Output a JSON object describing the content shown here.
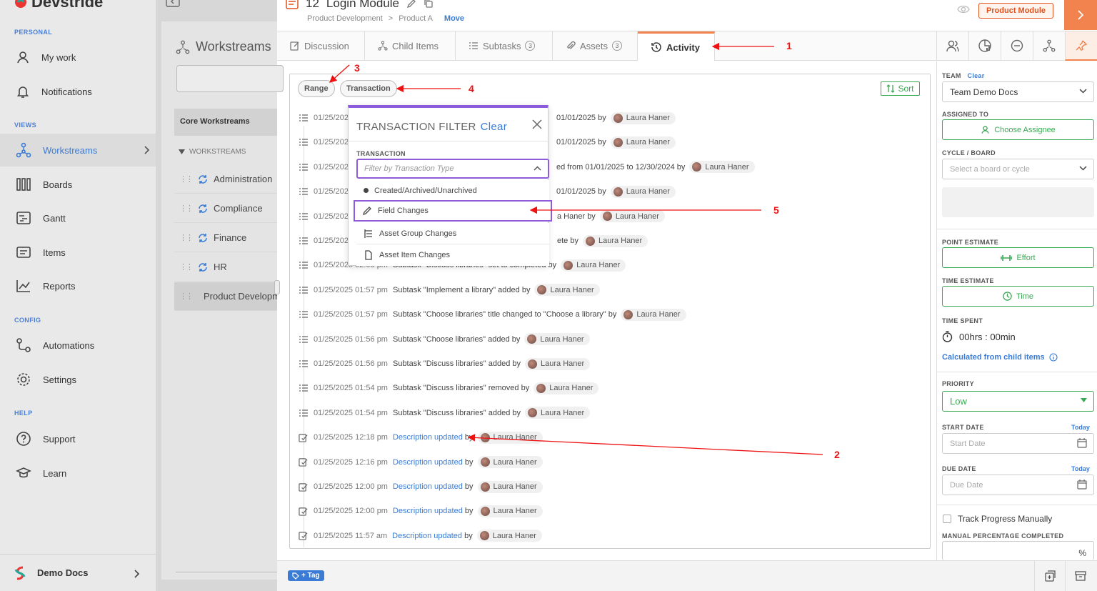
{
  "brand": {
    "name": "Devstride"
  },
  "nav": {
    "sections": {
      "personal": "PERSONAL",
      "views": "VIEWS",
      "config": "CONFIG",
      "help": "HELP"
    },
    "items": {
      "my_work": "My work",
      "notifications": "Notifications",
      "workstreams": "Workstreams",
      "boards": "Boards",
      "gantt": "Gantt",
      "items": "Items",
      "reports": "Reports",
      "automations": "Automations",
      "settings": "Settings",
      "support": "Support",
      "learn": "Learn"
    },
    "footer": "Demo Docs"
  },
  "workstreams": {
    "title": "Workstreams",
    "header": "Core Workstreams",
    "subheader": "WORKSTREAMS",
    "items": [
      "Administration",
      "Compliance",
      "Finance",
      "HR",
      "Product Development"
    ]
  },
  "item": {
    "number": "12",
    "title": "Login Module",
    "crumbs": [
      "Product Development",
      "Product A"
    ],
    "move": "Move",
    "type_badge": "Product Module"
  },
  "tabs": {
    "discussion": "Discussion",
    "child_items": "Child Items",
    "subtasks": "Subtasks",
    "subtasks_count": "3",
    "assets": "Assets",
    "assets_count": "3",
    "activity": "Activity"
  },
  "activity": {
    "chips": {
      "range": "Range",
      "transaction": "Transaction"
    },
    "sort": "Sort",
    "rows": [
      {
        "ts": "01/25/202",
        "text": "01/01/2025 by",
        "user": "Laura Haner",
        "icon": "list-icon"
      },
      {
        "ts": "01/25/202",
        "text": "01/01/2025 by",
        "user": "Laura Haner",
        "icon": "list-icon"
      },
      {
        "ts": "01/25/202",
        "text": "ed from 01/01/2025 to 12/30/2024 by",
        "user": "Laura Haner",
        "icon": "list-icon"
      },
      {
        "ts": "01/25/202",
        "text": "01/01/2025 by",
        "user": "Laura Haner",
        "icon": "list-icon"
      },
      {
        "ts": "01/25/202",
        "text": "a Haner by",
        "user": "Laura Haner",
        "icon": "list-icon"
      },
      {
        "ts": "01/25/2025",
        "text": "ete by",
        "user": "Laura Haner",
        "icon": "list-icon"
      },
      {
        "ts": "01/25/2025 02:08 pm",
        "text": "Subtask \"Discuss libraries\" set to completed by",
        "user": "Laura Haner",
        "icon": "list-icon"
      },
      {
        "ts": "01/25/2025 01:57 pm",
        "text": "Subtask \"Implement a library\" added by",
        "user": "Laura Haner",
        "icon": "list-icon"
      },
      {
        "ts": "01/25/2025 01:57 pm",
        "text": "Subtask \"Choose libraries\" title changed to \"Choose a library\" by",
        "user": "Laura Haner",
        "icon": "list-icon"
      },
      {
        "ts": "01/25/2025 01:56 pm",
        "text": "Subtask \"Choose libraries\" added by",
        "user": "Laura Haner",
        "icon": "list-icon"
      },
      {
        "ts": "01/25/2025 01:56 pm",
        "text": "Subtask \"Discuss libraries\" added by",
        "user": "Laura Haner",
        "icon": "list-icon"
      },
      {
        "ts": "01/25/2025 01:54 pm",
        "text": "Subtask \"Discuss libraries\" removed by",
        "user": "Laura Haner",
        "icon": "list-icon"
      },
      {
        "ts": "01/25/2025 01:54 pm",
        "text": "Subtask \"Discuss libraries\" added by",
        "user": "Laura Haner",
        "icon": "list-icon"
      },
      {
        "ts": "01/25/2025 12:18 pm",
        "desc": "Description updated",
        "text": "by",
        "user": "Laura Haner",
        "icon": "edit-box-icon"
      },
      {
        "ts": "01/25/2025 12:16 pm",
        "desc": "Description updated",
        "text": "by",
        "user": "Laura Haner",
        "icon": "edit-box-icon"
      },
      {
        "ts": "01/25/2025 12:00 pm",
        "desc": "Description updated",
        "text": "by",
        "user": "Laura Haner",
        "icon": "edit-box-icon"
      },
      {
        "ts": "01/25/2025 12:00 pm",
        "desc": "Description updated",
        "text": "by",
        "user": "Laura Haner",
        "icon": "edit-box-icon"
      },
      {
        "ts": "01/25/2025 11:57 am",
        "desc": "Description updated",
        "text": "by",
        "user": "Laura Haner",
        "icon": "edit-box-icon"
      }
    ]
  },
  "filter_popup": {
    "title": "TRANSACTION FILTER",
    "clear": "Clear",
    "label": "TRANSACTION",
    "placeholder": "Filter by Transaction Type",
    "options": [
      "Created/Archived/Unarchived",
      "Field Changes",
      "Asset Group Changes",
      "Asset Item Changes"
    ]
  },
  "right_panel": {
    "team_label": "TEAM",
    "team_clear": "Clear",
    "team_value": "Team Demo Docs",
    "assigned_label": "ASSIGNED TO",
    "assigned_btn": "Choose Assignee",
    "cycle_label": "CYCLE / BOARD",
    "cycle_placeholder": "Select a board or cycle",
    "point_label": "POINT ESTIMATE",
    "point_btn": "Effort",
    "time_est_label": "TIME ESTIMATE",
    "time_est_btn": "Time",
    "time_spent_label": "TIME SPENT",
    "time_spent_value": "00hrs : 00min",
    "calc_link": "Calculated from child items",
    "priority_label": "PRIORITY",
    "priority_value": "Low",
    "start_label": "START DATE",
    "start_today": "Today",
    "start_placeholder": "Start Date",
    "due_label": "DUE DATE",
    "due_today": "Today",
    "due_placeholder": "Due Date",
    "track_label": "Track Progress Manually",
    "manual_label": "MANUAL PERCENTAGE COMPLETED",
    "manual_unit": "%"
  },
  "bottom": {
    "tag_btn": "+ Tag"
  },
  "annotations": [
    "1",
    "2",
    "3",
    "4",
    "5"
  ],
  "colors": {
    "accent": "#3a7bd5",
    "brand_orange": "#f2834e",
    "popup_purple": "#8e5bd9",
    "green": "#39a953",
    "annotation_red": "#e11111"
  }
}
